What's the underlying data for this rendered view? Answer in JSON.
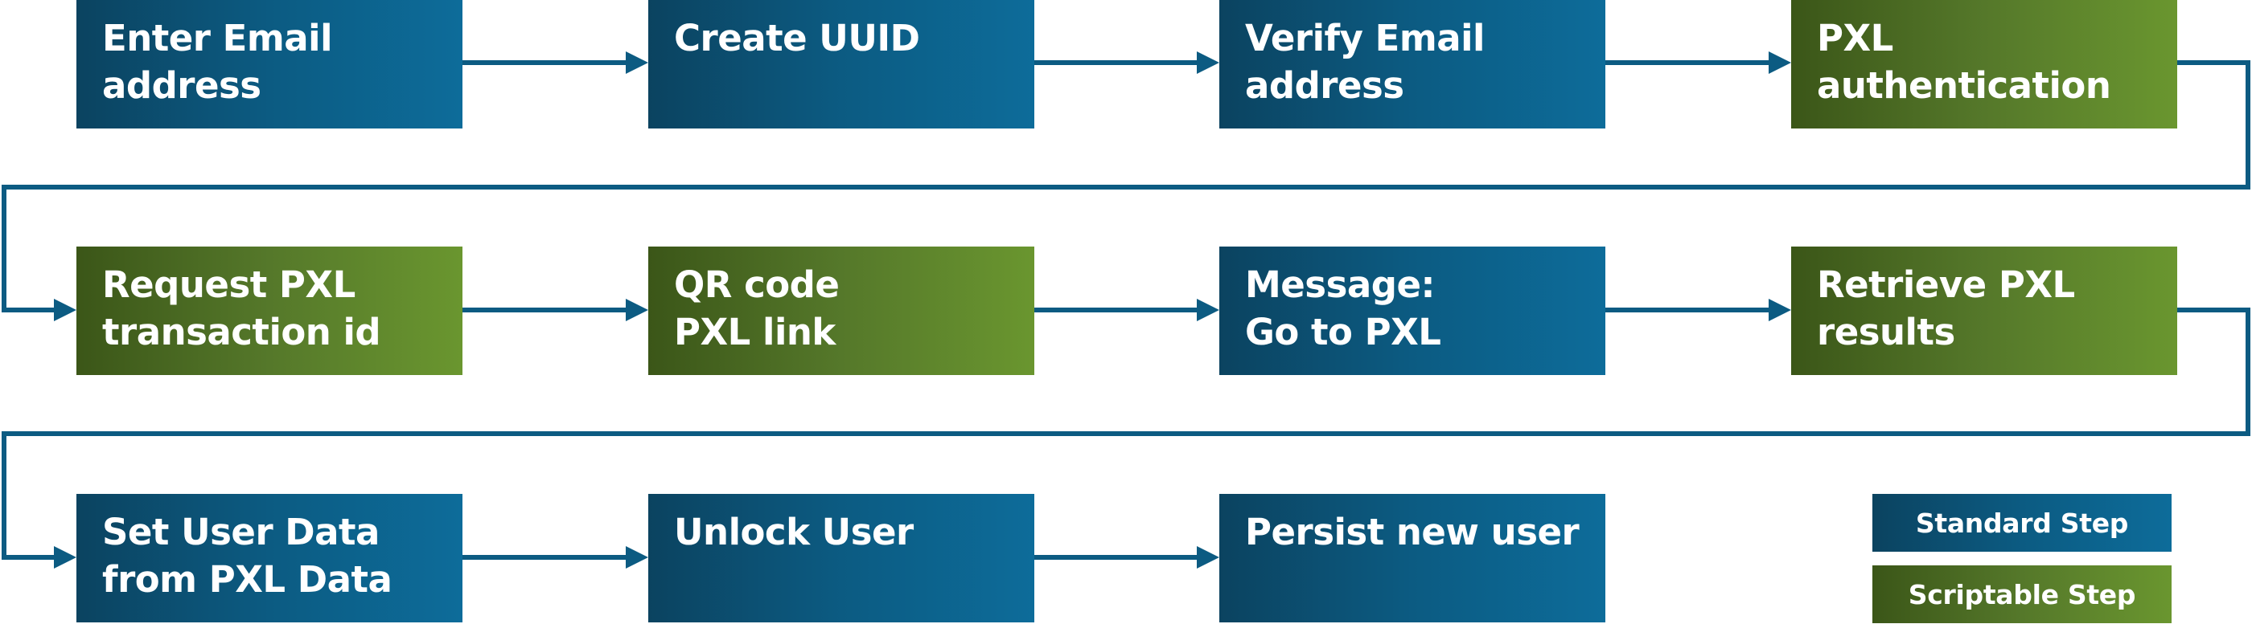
{
  "steps": [
    {
      "label": "Enter Email\naddress",
      "kind": "standard"
    },
    {
      "label": "Create UUID",
      "kind": "standard"
    },
    {
      "label": "Verify Email\naddress",
      "kind": "standard"
    },
    {
      "label": "PXL\nauthentication",
      "kind": "scriptable"
    },
    {
      "label": "Request PXL\ntransaction id",
      "kind": "scriptable"
    },
    {
      "label": "QR code\nPXL link",
      "kind": "scriptable"
    },
    {
      "label": "Message:\nGo to PXL",
      "kind": "standard"
    },
    {
      "label": "Retrieve  PXL\nresults",
      "kind": "scriptable"
    },
    {
      "label": "Set User Data\nfrom PXL Data",
      "kind": "standard"
    },
    {
      "label": "Unlock User",
      "kind": "standard"
    },
    {
      "label": "Persist new user",
      "kind": "standard"
    }
  ],
  "legend": {
    "standard": "Standard Step",
    "scriptable": "Scriptable Step"
  },
  "colors": {
    "standard_start": "#0b4360",
    "standard_end": "#0d6c9a",
    "scriptable_start": "#3b5618",
    "scriptable_end": "#6a962f",
    "connector": "#0c5b82"
  }
}
